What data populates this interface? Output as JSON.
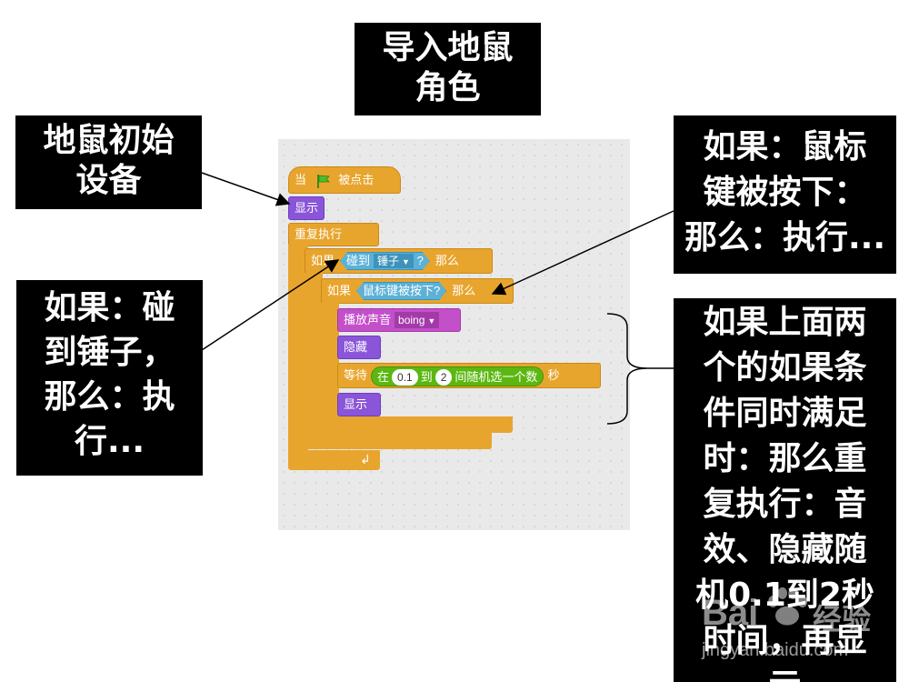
{
  "title_box": {
    "lines": [
      "导入地鼠",
      "角色"
    ]
  },
  "init_box": {
    "lines": [
      "地鼠初始",
      "设备"
    ]
  },
  "touch_box": {
    "lines": [
      "如果：碰",
      "到锤子，",
      "那么：执",
      "行..."
    ]
  },
  "mouse_box": {
    "lines": [
      "如果：鼠标",
      "键被按下：",
      "那么：执行..."
    ]
  },
  "both_box": {
    "lines": [
      "如果上面两",
      "个的如果条",
      "件同时满足",
      "时：那么重",
      "复执行：音",
      "效、隐藏随",
      "机0.1到2秒",
      "时间，再显",
      "示"
    ]
  },
  "blocks": {
    "hat": {
      "prefix": "当",
      "suffix": "被点击",
      "flag_icon": "green-flag-icon"
    },
    "show1": {
      "label": "显示"
    },
    "forever": {
      "label": "重复执行"
    },
    "if1": {
      "label": "如果",
      "sensor": "碰到",
      "target": "锤子",
      "q": "?",
      "then": "那么"
    },
    "if2": {
      "label": "如果",
      "sensor": "鼠标键被按下?",
      "then": "那么"
    },
    "sound": {
      "label": "播放声音",
      "value": "boing"
    },
    "hide": {
      "label": "隐藏"
    },
    "wait": {
      "label": "等待",
      "op_prefix": "在",
      "from": "0.1",
      "to_word": "到",
      "to": "2",
      "op_suffix": "间随机选一个数",
      "unit": "秒"
    },
    "show2": {
      "label": "显示"
    }
  },
  "watermark": {
    "brand": "Bai",
    "brand2": "经验",
    "url": "jingyan.baidu.com"
  },
  "colors": {
    "control": "#e8a52d",
    "looks": "#8a55d8",
    "sound": "#c34fc9",
    "operator": "#5cb712",
    "sensing": "#5cb1d6",
    "callout_bg": "#000000"
  }
}
